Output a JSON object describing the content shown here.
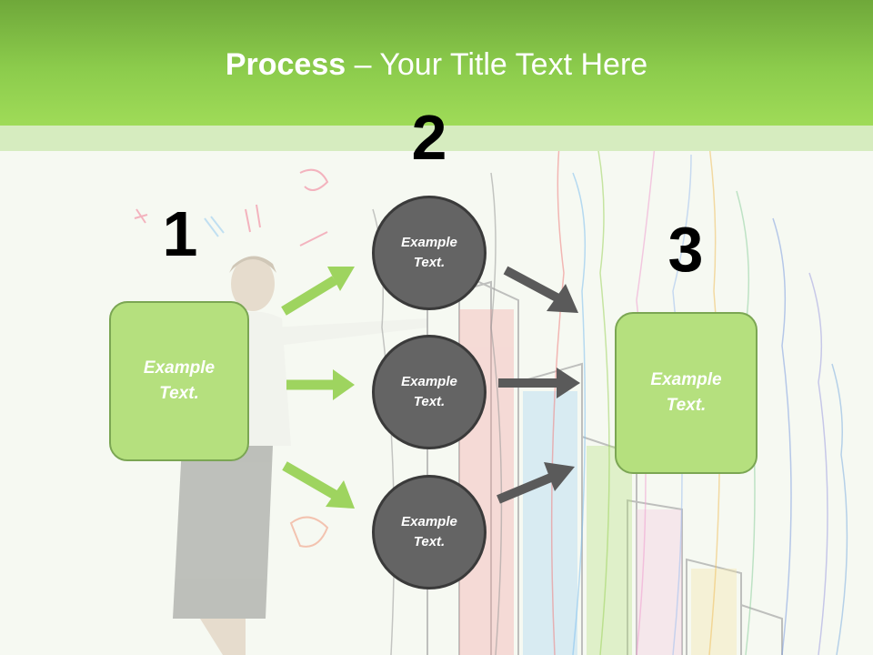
{
  "title": {
    "bold": "Process",
    "rest": " – Your Title Text Here"
  },
  "steps": {
    "one": "1",
    "two": "2",
    "three": "3"
  },
  "left_box": {
    "text": "Example Text."
  },
  "circles": [
    {
      "text": "Example Text."
    },
    {
      "text": "Example Text."
    },
    {
      "text": "Example Text."
    }
  ],
  "right_box": {
    "text": "Example Text."
  },
  "colors": {
    "header": "#8ccc4c",
    "box": "#b5e07e",
    "circle": "#646464",
    "green_arrow": "#9ed45f",
    "gray_arrow": "#5a5a5a"
  }
}
